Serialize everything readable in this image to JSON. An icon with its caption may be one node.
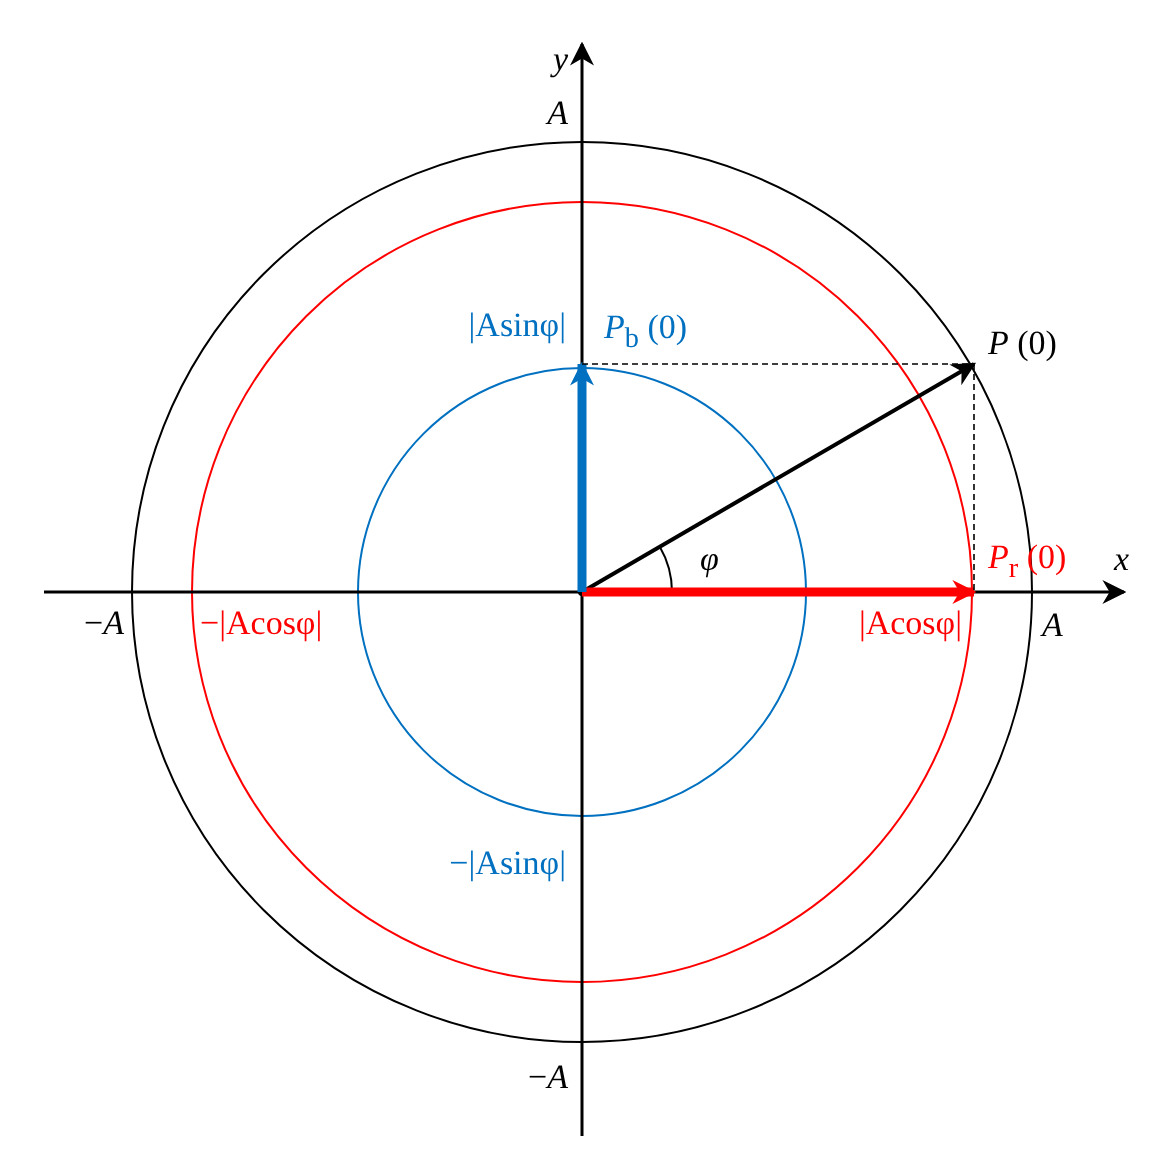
{
  "diagram": {
    "nodes": [
      {
        "text": [
          "*P*$_{b}$ (0)"
        ]
      },
      {
        "text": [
          "*P* (0)"
        ]
      },
      {
        "text": [
          "*P*$_{r}$ (0)"
        ]
      },
      {
        "text": [],
        "shape": "circle"
      }
    ],
    "edges": [
      {
        "from": 3,
        "to": 1,
        "arrow": "to"
      },
      {
        "from": 3,
        "to": 2,
        "arrow": "to",
        "style": "thick",
        "color": "#ff0000"
      },
      {
        "from": 3,
        "to": 0,
        "arrow": "to",
        "style": "thick",
        "color": "#0070c0"
      },
      {
        "from": 0,
        "to": 1,
        "arrow": "none",
        "style": "dashed"
      },
      {
        "from": 1,
        "to": 2,
        "arrow": "none",
        "style": "dashed"
      }
    ],
    "labels": [
      "*y*",
      "*A*",
      "|Asinφ|",
      "*x*",
      "−*A*",
      "−|Acosφ|",
      "*φ*",
      "|Acosφ|",
      "*A*",
      "−|Asinφ|",
      "−*A*"
    ]
  }
}
